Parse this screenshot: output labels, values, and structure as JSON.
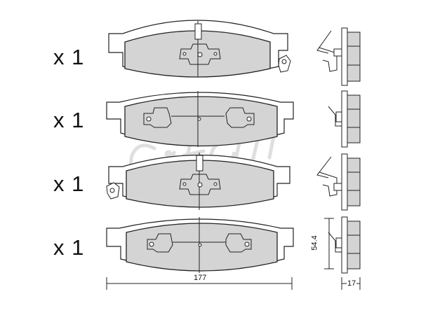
{
  "quantities": [
    "x 1",
    "x 1",
    "x 1",
    "x 1"
  ],
  "watermark": "cifam",
  "dimensions": {
    "width": "177",
    "height": "54.4",
    "thickness": "17"
  },
  "colors": {
    "pad_fill": "#d4d4d4",
    "outline": "#222222",
    "watermark": "#dcdcdc"
  }
}
